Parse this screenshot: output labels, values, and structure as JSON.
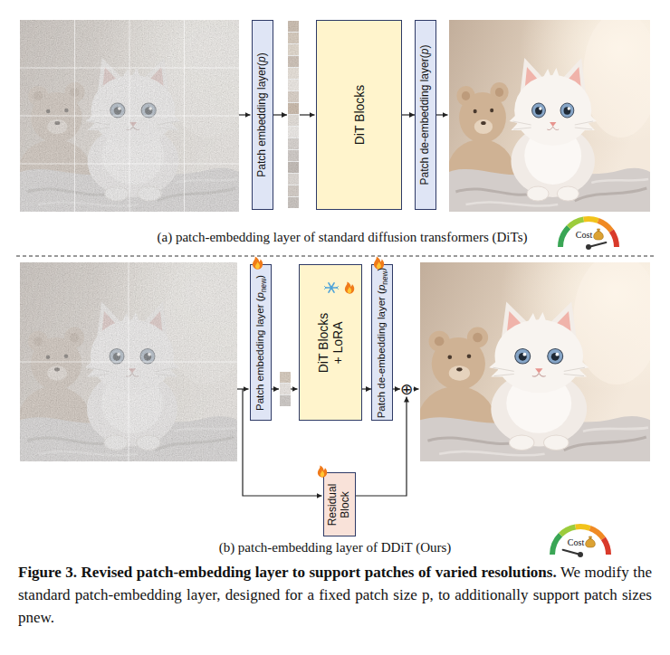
{
  "diagram": {
    "caption": "Figure 3. Revised patch-embedding layer to support patches of varied resolutions. We modify the standard patch-embedding layer, designed for a fixed patch size p, to additionally support patch sizes pnew.",
    "nodes": [
      {
        "text": [
          "Patch embedding layer(p)"
        ]
      },
      {
        "text": [
          "DiT Blocks"
        ]
      },
      {
        "text": [
          "Patch de-embedding layer(p)"
        ]
      },
      {
        "text": [
          "Patch embedding layer (pnew)"
        ]
      },
      {
        "text": [
          "DiT Blocks + LoRA"
        ]
      },
      {
        "text": [
          "Patch de-embedding layer (pnew)"
        ]
      },
      {
        "text": [
          "⊕"
        ]
      },
      {
        "text": [
          "Residual Block"
        ]
      }
    ],
    "edges": [
      {
        "from": 1,
        "to": 2,
        "arrow": "to"
      },
      {
        "from": 4,
        "to": 5,
        "arrow": "to"
      },
      {
        "from": 5,
        "to": 6,
        "arrow": "to"
      },
      {
        "from": 7,
        "to": 6,
        "arrow": "to"
      }
    ],
    "labels": [
      "(a) patch-embedding layer of standard diffusion transformers (DiTs)",
      "Cost",
      "(b) patch-embedding layer of DDiT (Ours)",
      "Cost"
    ]
  }
}
